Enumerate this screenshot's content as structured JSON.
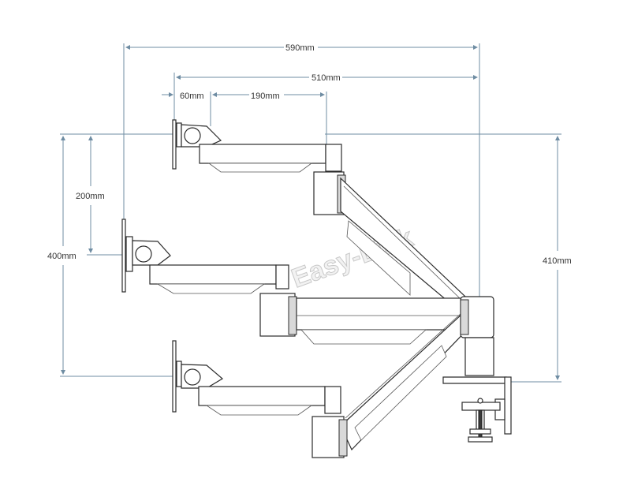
{
  "dimensions": {
    "overall_width": "590mm",
    "arm_reach": "510mm",
    "vesa_offset": "60mm",
    "forearm_length": "190mm",
    "half_height": "200mm",
    "total_height": "400mm",
    "pole_height": "410mm"
  },
  "watermark": "Easy-Link"
}
